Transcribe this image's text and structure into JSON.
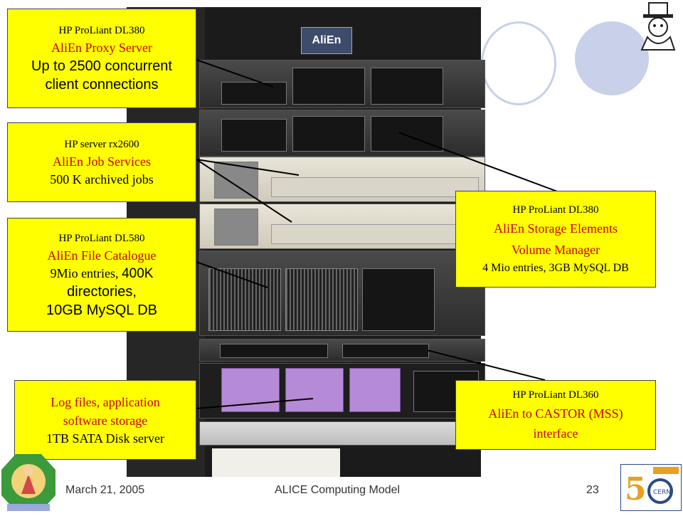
{
  "callouts": {
    "proxy": {
      "model": "HP ProLiant DL380",
      "role": "AliEn Proxy Server",
      "detail_1": "Up to 2500 concurrent",
      "detail_2": "client connections"
    },
    "jobs": {
      "model": "HP server rx2600",
      "role": "AliEn Job Services",
      "detail_1": "500 K archived jobs"
    },
    "catalogue": {
      "model": "HP ProLiant DL580",
      "role": "AliEn File Catalogue",
      "detail_1a": "9Mio entries, ",
      "detail_1b": "400K",
      "detail_2": "directories,",
      "detail_3": "10GB MySQL DB"
    },
    "logs": {
      "line_1": "Log files, application",
      "line_2": "software storage",
      "line_3": "1TB SATA Disk server"
    },
    "storage": {
      "model": "HP ProLiant DL380",
      "role_1": "AliEn Storage Elements",
      "role_2": "Volume Manager",
      "detail_1": "4 Mio entries, 3GB MySQL DB"
    },
    "castor": {
      "model": "HP ProLiant DL360",
      "role_1": "AliEn to CASTOR (MSS)",
      "role_2": "interface"
    }
  },
  "photo": {
    "logo_text": "AliEn"
  },
  "footer": {
    "date": "March 21, 2005",
    "title": "ALICE Computing Model",
    "page": "23"
  },
  "colors": {
    "callout_bg": "#ffff00",
    "accent_red": "#cc0000",
    "circle_blue": "#9aa8d8"
  }
}
